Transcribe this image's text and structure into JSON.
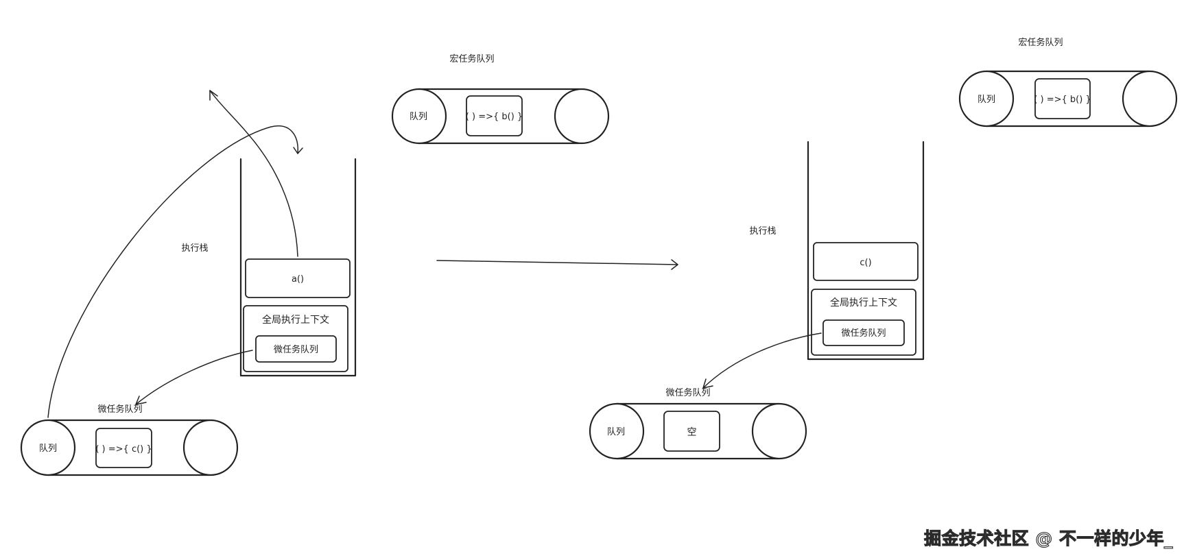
{
  "left": {
    "macro_title": "宏任务队列",
    "macro_queue_label": "队列",
    "macro_task": "( ) =>{  b() }",
    "stack_title": "执行栈",
    "stack_frame": "a()",
    "global_context": "全局执行上下文",
    "microtask_in_context": "微任务队列",
    "micro_title": "微任务队列",
    "micro_queue_label": "队列",
    "micro_task": "( ) =>{  c() }"
  },
  "right": {
    "macro_title": "宏任务队列",
    "macro_queue_label": "队列",
    "macro_task": "( ) =>{  b() }",
    "stack_title": "执行栈",
    "stack_frame": "c()",
    "global_context": "全局执行上下文",
    "microtask_in_context": "微任务队列",
    "micro_title": "微任务队列",
    "micro_queue_label": "队列",
    "micro_task": "空"
  },
  "watermark": "掘金技术社区 @ 不一样的少年_"
}
